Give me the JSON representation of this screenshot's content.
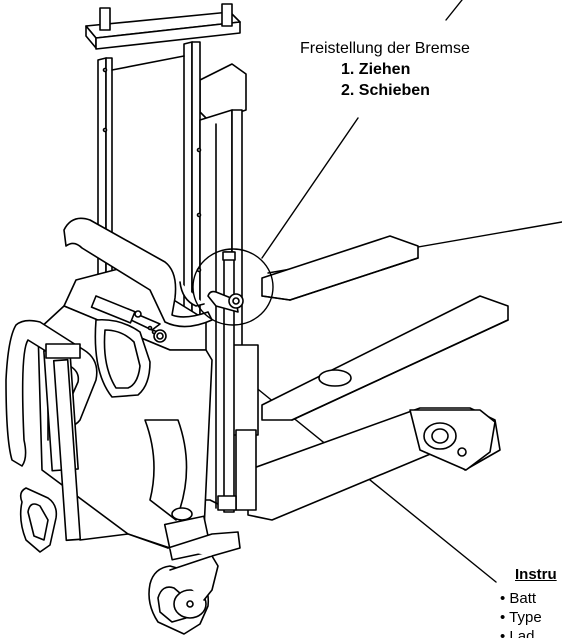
{
  "callout": {
    "caption": "Freistellung der Bremse",
    "steps": [
      "1. Ziehen",
      "2. Schieben"
    ]
  },
  "instructions": {
    "title": "Instru",
    "bullets": [
      "• Batt",
      "• Type",
      "• Lad"
    ]
  }
}
